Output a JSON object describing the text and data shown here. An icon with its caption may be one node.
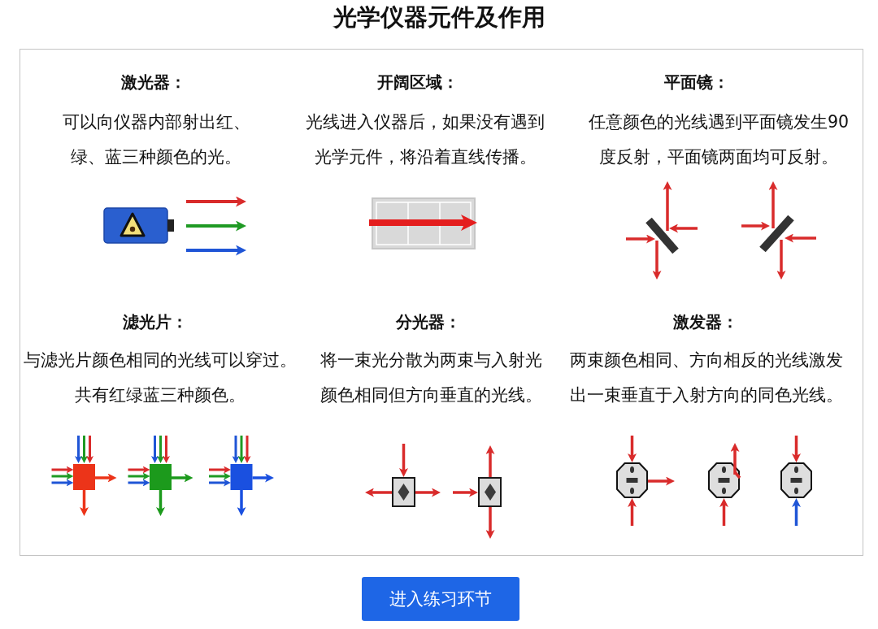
{
  "diagram": {
    "title": "光学仪器元件及作用",
    "nodes": [
      {
        "text": [
          "激光器：",
          "可以向仪器内部射出红、绿、蓝三种颜色的光。",
          "开阔区域：",
          "光线进入仪器后，如果没有遇到光学元件，将沿着直线传播。",
          "平面镜：",
          "任意颜色的光线遇到平面镜发生90度反射，平面镜两面均可反射。",
          "滤光片：",
          "与滤光片颜色相同的光线可以穿过。共有红绿蓝三种颜色。",
          "分光器：",
          "将一束光分散为两束与入射光颜色相同但方向垂直的光线。",
          "激发器：",
          "两束颜色相同、方向相反的光线激发出一束垂直于入射方向的同色光线。"
        ]
      },
      {
        "text": [
          "进入练习环节"
        ]
      }
    ]
  }
}
